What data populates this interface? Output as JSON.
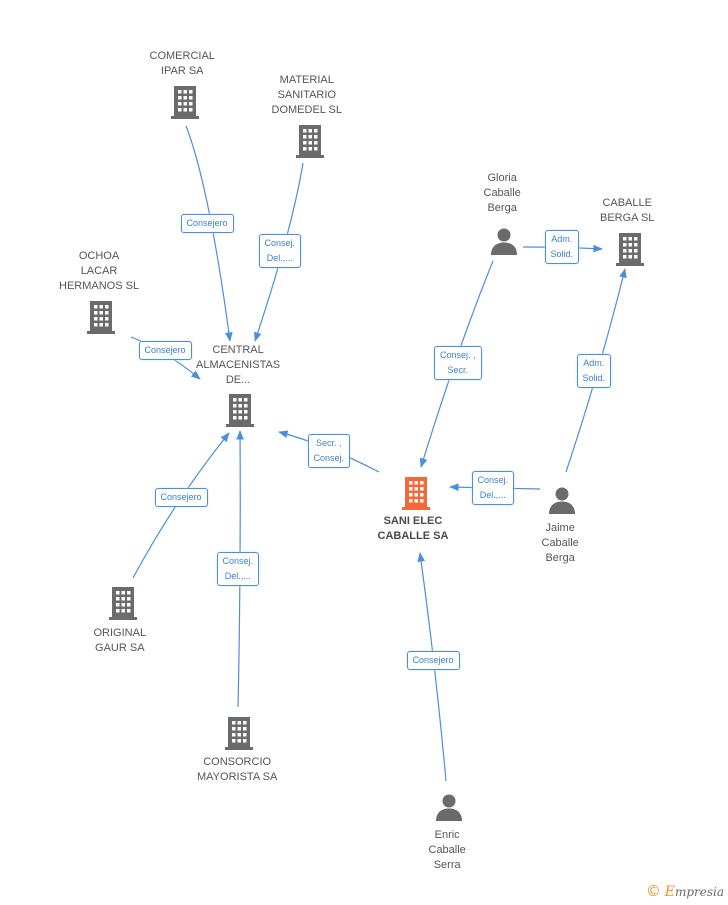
{
  "colors": {
    "edge": "#4a8fdb",
    "company": "#6b6b6b",
    "focus": "#f26a3a",
    "person": "#6b6b6b"
  },
  "nodes": [
    {
      "id": "comercial",
      "name": "COMERCIAL\nIPAR SA",
      "type": "company"
    },
    {
      "id": "material",
      "name": "MATERIAL\nSANITARIO\nDOMEDEL SL",
      "type": "company"
    },
    {
      "id": "ochoa",
      "name": "OCHOA\nLACAR\nHERMANOS SL",
      "type": "company"
    },
    {
      "id": "central",
      "name": "CENTRAL\nALMACENISTAS\nDE...",
      "type": "company"
    },
    {
      "id": "original",
      "name": "ORIGINAL\nGAUR SA",
      "type": "company"
    },
    {
      "id": "consorcio",
      "name": "CONSORCIO\nMAYORISTA SA",
      "type": "company"
    },
    {
      "id": "sani",
      "name": "SANI ELEC\nCABALLE SA",
      "type": "focus"
    },
    {
      "id": "gloria",
      "name": "Gloria\nCaballe\nBerga",
      "type": "person"
    },
    {
      "id": "caballe_berga",
      "name": "CABALLE\nBERGA  SL",
      "type": "company"
    },
    {
      "id": "jaime",
      "name": "Jaime\nCaballe\nBerga",
      "type": "person"
    },
    {
      "id": "enric",
      "name": "Enric\nCaballe\nSerra",
      "type": "person"
    }
  ],
  "edges": [
    {
      "from": "comercial",
      "to": "central",
      "label": "Consejero"
    },
    {
      "from": "material",
      "to": "central",
      "label": "Consej.\nDel.,..."
    },
    {
      "from": "ochoa",
      "to": "central",
      "label": "Consejero"
    },
    {
      "from": "original",
      "to": "central",
      "label": "Consejero"
    },
    {
      "from": "consorcio",
      "to": "central",
      "label": "Consej.\nDel.,..."
    },
    {
      "from": "sani",
      "to": "central",
      "label": "Secr. ,\nConsej."
    },
    {
      "from": "gloria",
      "to": "sani",
      "label": "Consej. ,\nSecr."
    },
    {
      "from": "gloria",
      "to": "caballe_berga",
      "label": "Adm.\nSolid."
    },
    {
      "from": "jaime",
      "to": "caballe_berga",
      "label": "Adm.\nSolid."
    },
    {
      "from": "jaime",
      "to": "sani",
      "label": "Consej.\nDel.,..."
    },
    {
      "from": "enric",
      "to": "sani",
      "label": "Consejero"
    }
  ],
  "watermark": {
    "symbol": "©",
    "initial": "E",
    "rest": "mpresia"
  }
}
